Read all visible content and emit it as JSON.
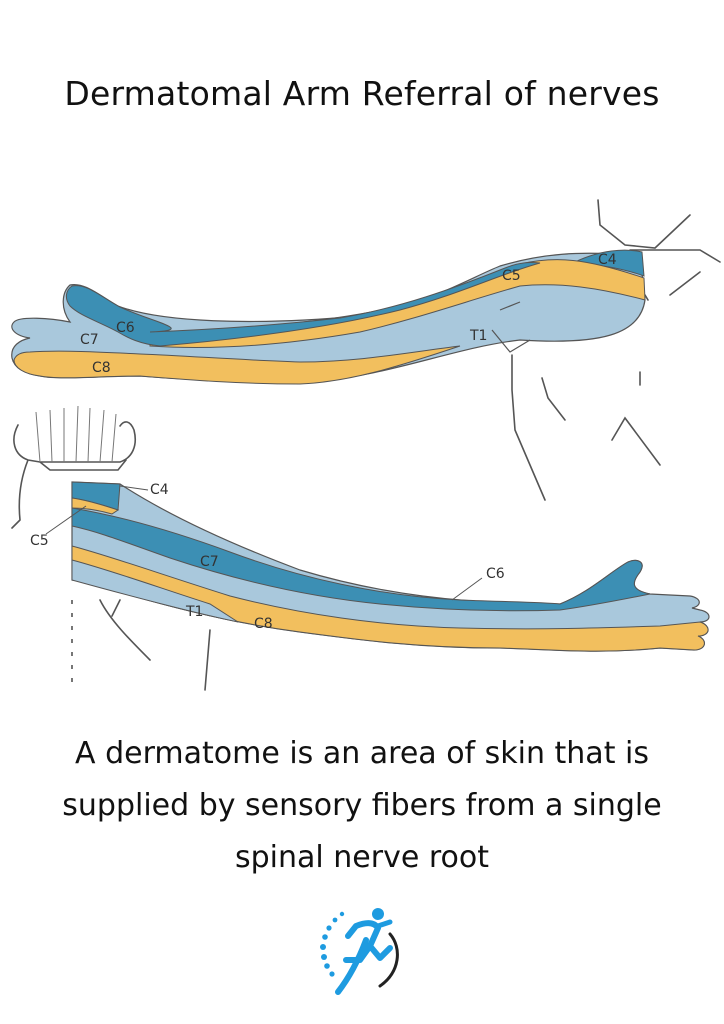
{
  "title": "Dermatomal Arm Referral of nerves",
  "caption": "A dermatome is an area of skin that is supplied by sensory fibers from a single spinal nerve root",
  "colors": {
    "blue_dark": "#3c8fb4",
    "blue_light": "#a9c8dc",
    "orange": "#f2bf5e",
    "outline": "#555555"
  },
  "top_arm_labels": {
    "c4": "C4",
    "c5": "C5",
    "c6": "C6",
    "c7": "C7",
    "c8": "C8",
    "t1": "T1"
  },
  "bottom_arm_labels": {
    "c4": "C4",
    "c5": "C5",
    "c6": "C6",
    "c7": "C7",
    "c8": "C8",
    "t1": "T1"
  },
  "logo_icon": "running-person-icon"
}
